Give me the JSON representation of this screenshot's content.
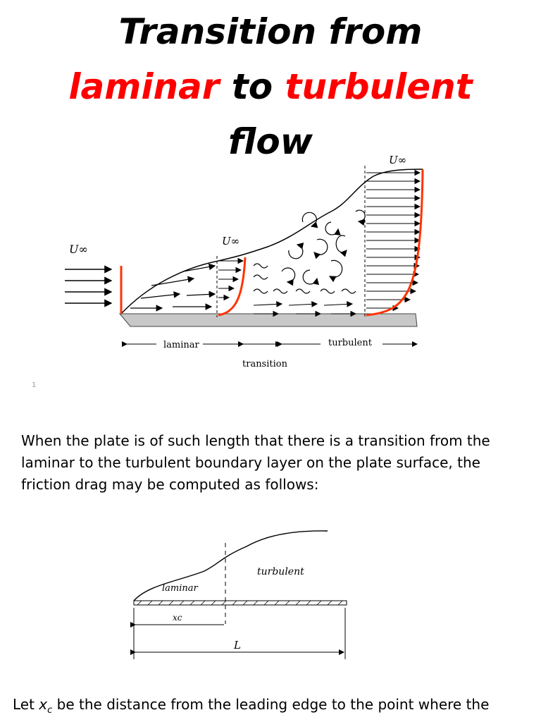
{
  "title": {
    "line1": "Transition from",
    "line2_a": "laminar",
    "line2_b": " to ",
    "line2_c": "turbulent",
    "line3": "flow"
  },
  "diagram1": {
    "free_stream_label": "U∞",
    "mid_label": "U∞",
    "top_label": "U∞",
    "region_laminar": "laminar",
    "region_turbulent": "turbulent",
    "region_transition": "transition",
    "profile_color": "#ff3300"
  },
  "page_number": "1",
  "paragraph": "When the plate is of such length that there is a transition from the laminar to the turbulent boundary layer on the plate surface, the friction drag may be computed as follows:",
  "diagram2": {
    "label_laminar": "laminar",
    "label_turbulent": "turbulent",
    "label_xc": "xc",
    "label_L": "L"
  },
  "paragraph2": {
    "prefix": "Let ",
    "var": "x",
    "sub": "c",
    "suffix": " be the distance from the leading edge to the point where the"
  }
}
